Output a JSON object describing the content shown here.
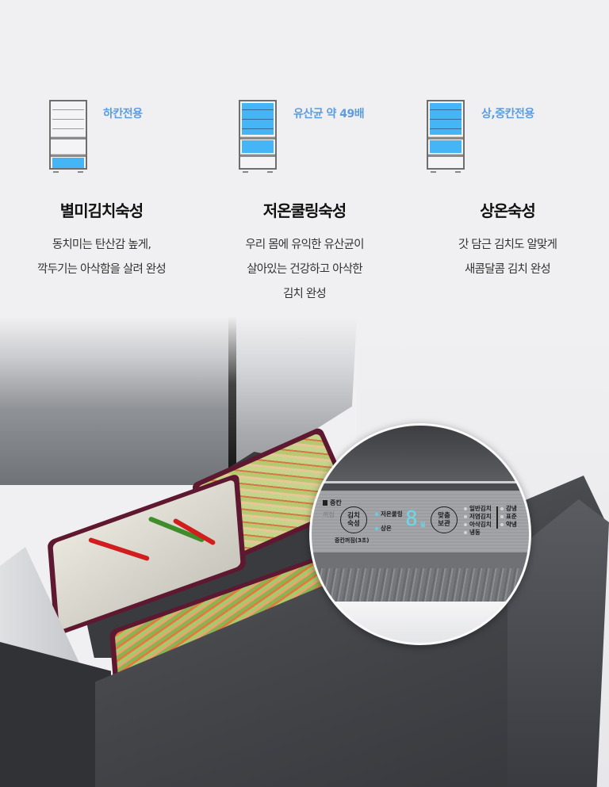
{
  "features": [
    {
      "tag": "하칸전용",
      "title": "별미김치숙성",
      "desc_lines": [
        "동치미는 탄산감 높게,",
        "깍두기는 아삭함을 살려 완성"
      ],
      "icon": {
        "name": "fridge-bottom-compartment-icon",
        "active_sections": [
          "bottom"
        ]
      }
    },
    {
      "tag": "유산균 약 49배",
      "title": "저온쿨링숙성",
      "desc_lines": [
        "우리 몸에 유익한 유산균이",
        "살아있는 건강하고 아삭한",
        "김치 완성"
      ],
      "icon": {
        "name": "fridge-top-middle-compartment-icon",
        "active_sections": [
          "top",
          "middle"
        ]
      }
    },
    {
      "tag": "상,중칸전용",
      "title": "상온숙성",
      "desc_lines": [
        "갓 담근 김치도 알맞게",
        "새콤달콤 김치 완성"
      ],
      "icon": {
        "name": "fridge-top-middle-compartment-icon",
        "active_sections": [
          "top",
          "middle"
        ]
      }
    }
  ],
  "control_panel": {
    "section_label": "중칸",
    "off_label": "꺼짐",
    "kimchi_button": {
      "line1": "김치",
      "line2": "숙성"
    },
    "hold_hint": "중칸꺼짐(3초)",
    "ripen_modes": [
      "저온쿨링",
      "상온"
    ],
    "digit": "8",
    "digit_unit": "일",
    "custom_button": {
      "line1": "맞춤",
      "line2": "보관"
    },
    "storage_modes": [
      "일반김치",
      "저염김치",
      "아삭김치",
      "냉동"
    ],
    "cooling_levels": [
      "강냉",
      "표준",
      "약냉"
    ]
  },
  "colors": {
    "background": "#f0f0f2",
    "accent_blue": "#5b9ddf",
    "section_blue": "#45b5f5",
    "display_cyan": "#6bd8ea",
    "container_burgundy": "#5e1830"
  }
}
